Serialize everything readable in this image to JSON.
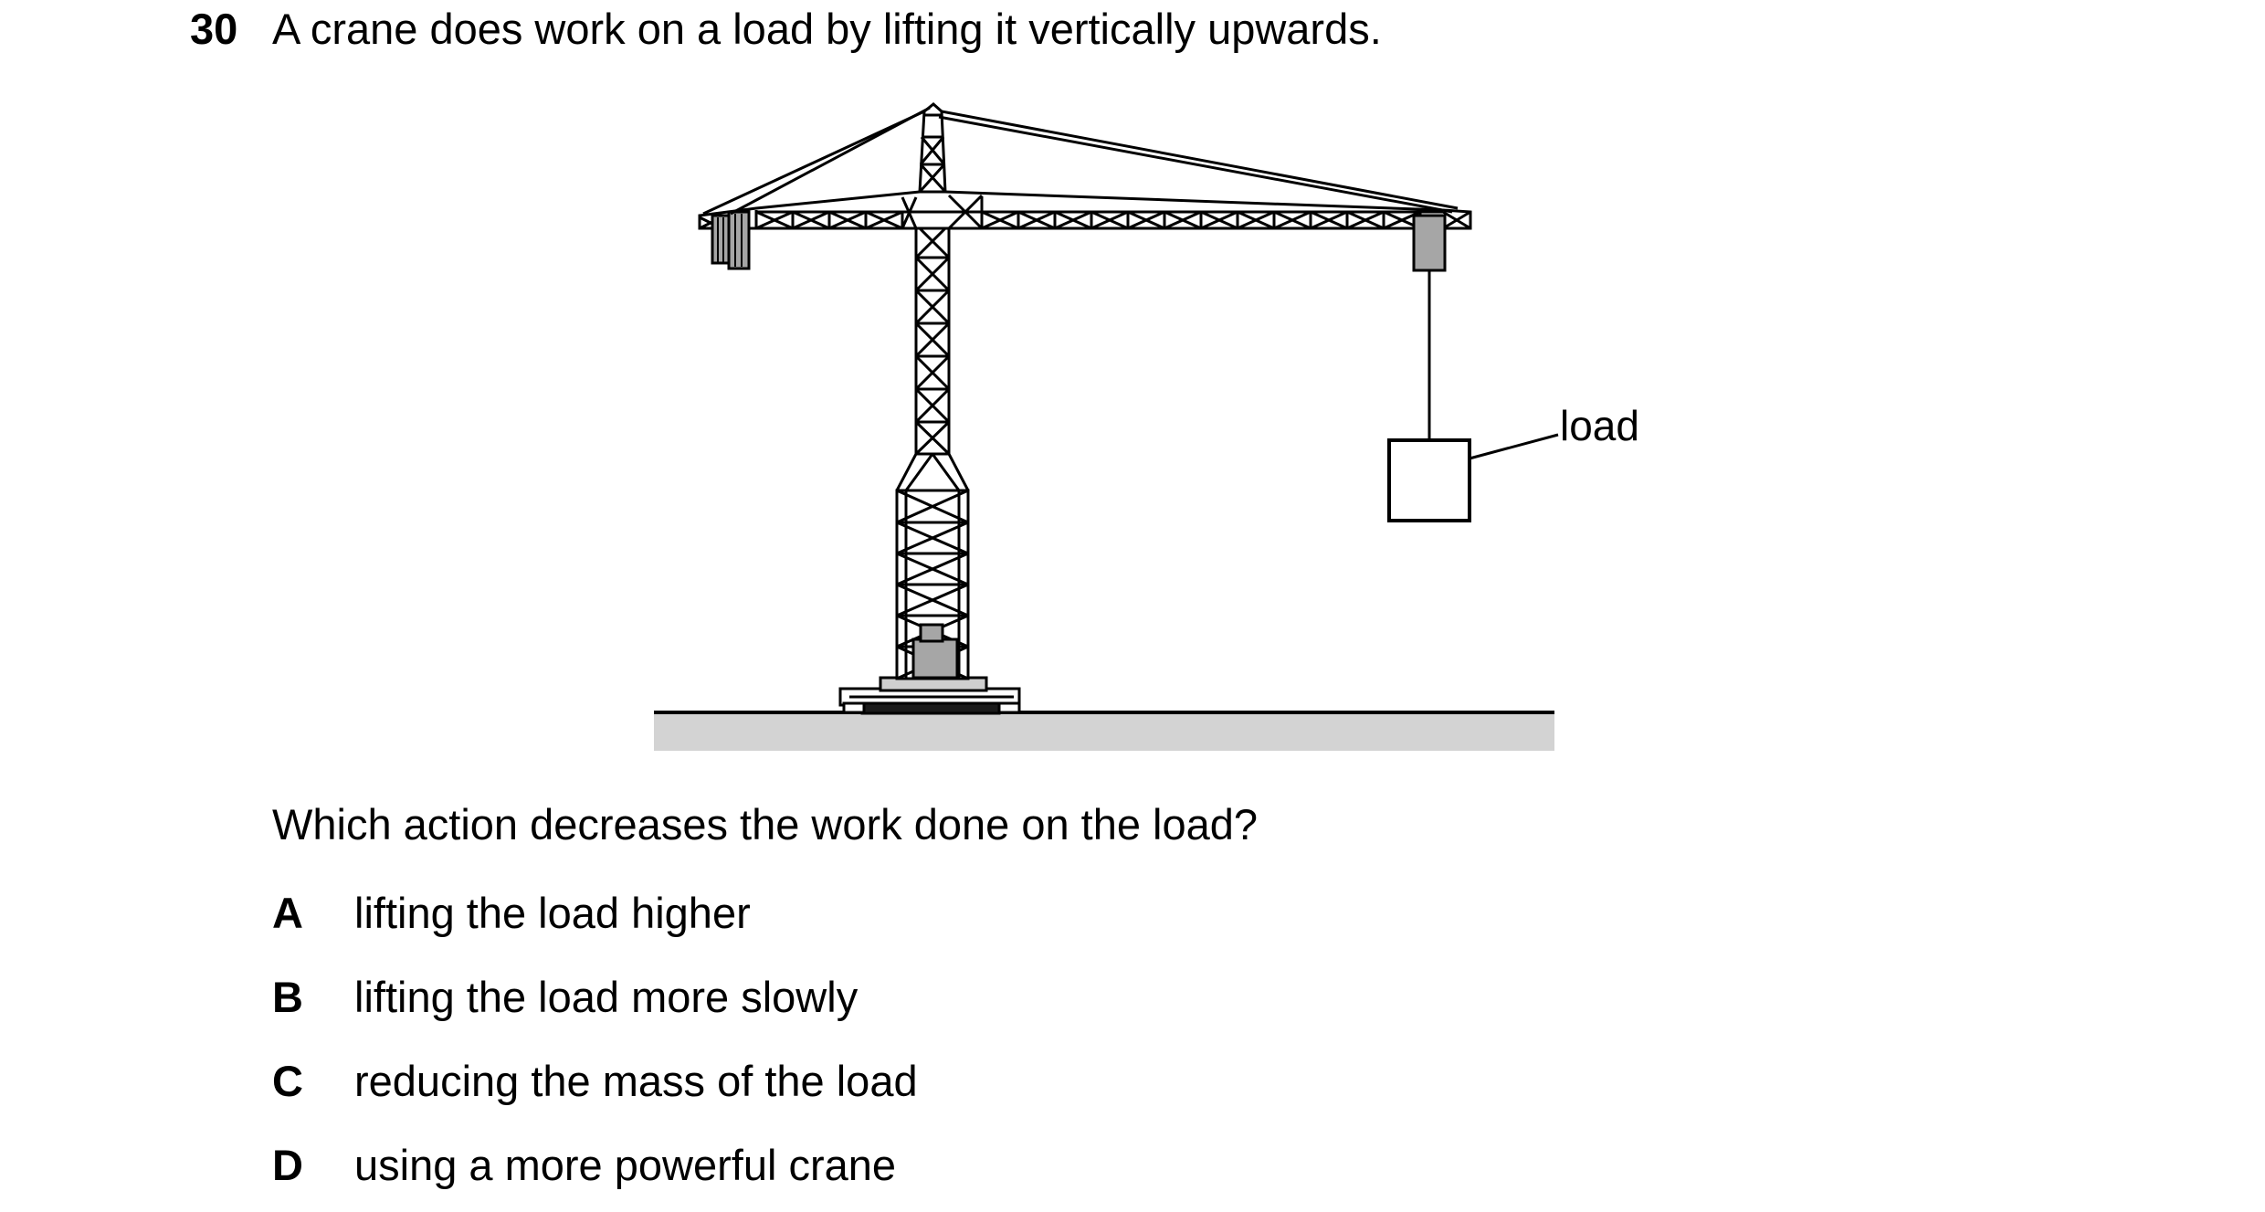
{
  "question": {
    "number": "30",
    "stem": "A crane does work on a load by lifting it vertically upwards.",
    "prompt": "Which action decreases the work done on the load?"
  },
  "figure": {
    "load_label": "load",
    "colors": {
      "line": "#000000",
      "fill_grey": "#a6a6a6",
      "ground": "#d3d3d3"
    }
  },
  "options": [
    {
      "letter": "A",
      "text": "lifting the load higher"
    },
    {
      "letter": "B",
      "text": "lifting the load more slowly"
    },
    {
      "letter": "C",
      "text": "reducing the mass of the load"
    },
    {
      "letter": "D",
      "text": "using a more powerful crane"
    }
  ]
}
